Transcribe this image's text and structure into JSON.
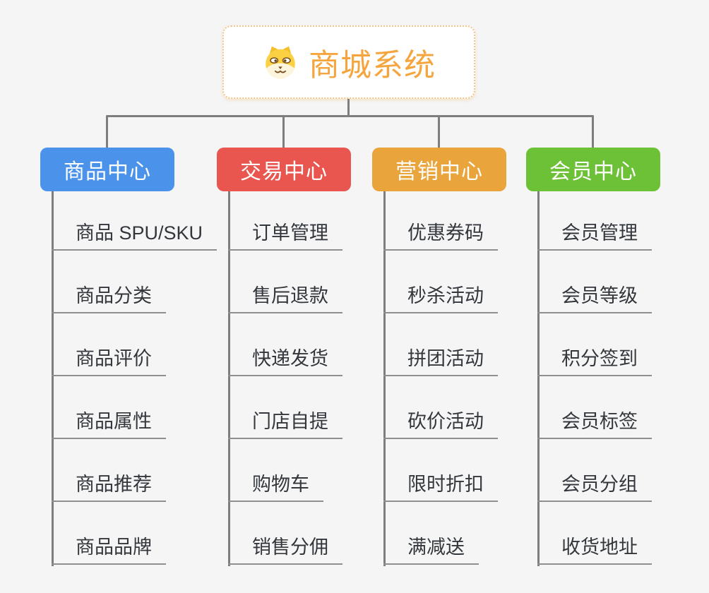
{
  "root": {
    "title": "商城系统",
    "icon": "dog-face-icon"
  },
  "branches": [
    {
      "key": "product-center",
      "label": "商品中心",
      "color": "#4B93EA",
      "children": [
        "商品 SPU/SKU",
        "商品分类",
        "商品评价",
        "商品属性",
        "商品推荐",
        "商品品牌"
      ]
    },
    {
      "key": "trade-center",
      "label": "交易中心",
      "color": "#E9564F",
      "children": [
        "订单管理",
        "售后退款",
        "快递发货",
        "门店自提",
        "购物车",
        "销售分佣"
      ]
    },
    {
      "key": "marketing-center",
      "label": "营销中心",
      "color": "#E9A43B",
      "children": [
        "优惠券码",
        "秒杀活动",
        "拼团活动",
        "砍价活动",
        "限时折扣",
        "满减送"
      ]
    },
    {
      "key": "member-center",
      "label": "会员中心",
      "color": "#6DC136",
      "children": [
        "会员管理",
        "会员等级",
        "积分签到",
        "会员标签",
        "会员分组",
        "收货地址"
      ]
    }
  ],
  "colors": {
    "background": "#F5F5F6",
    "connector": "#7E7E7E",
    "underline": "#8F8F8F",
    "item_text": "#33373C",
    "root_text": "#F5A53D",
    "root_border": "#F2C488"
  }
}
